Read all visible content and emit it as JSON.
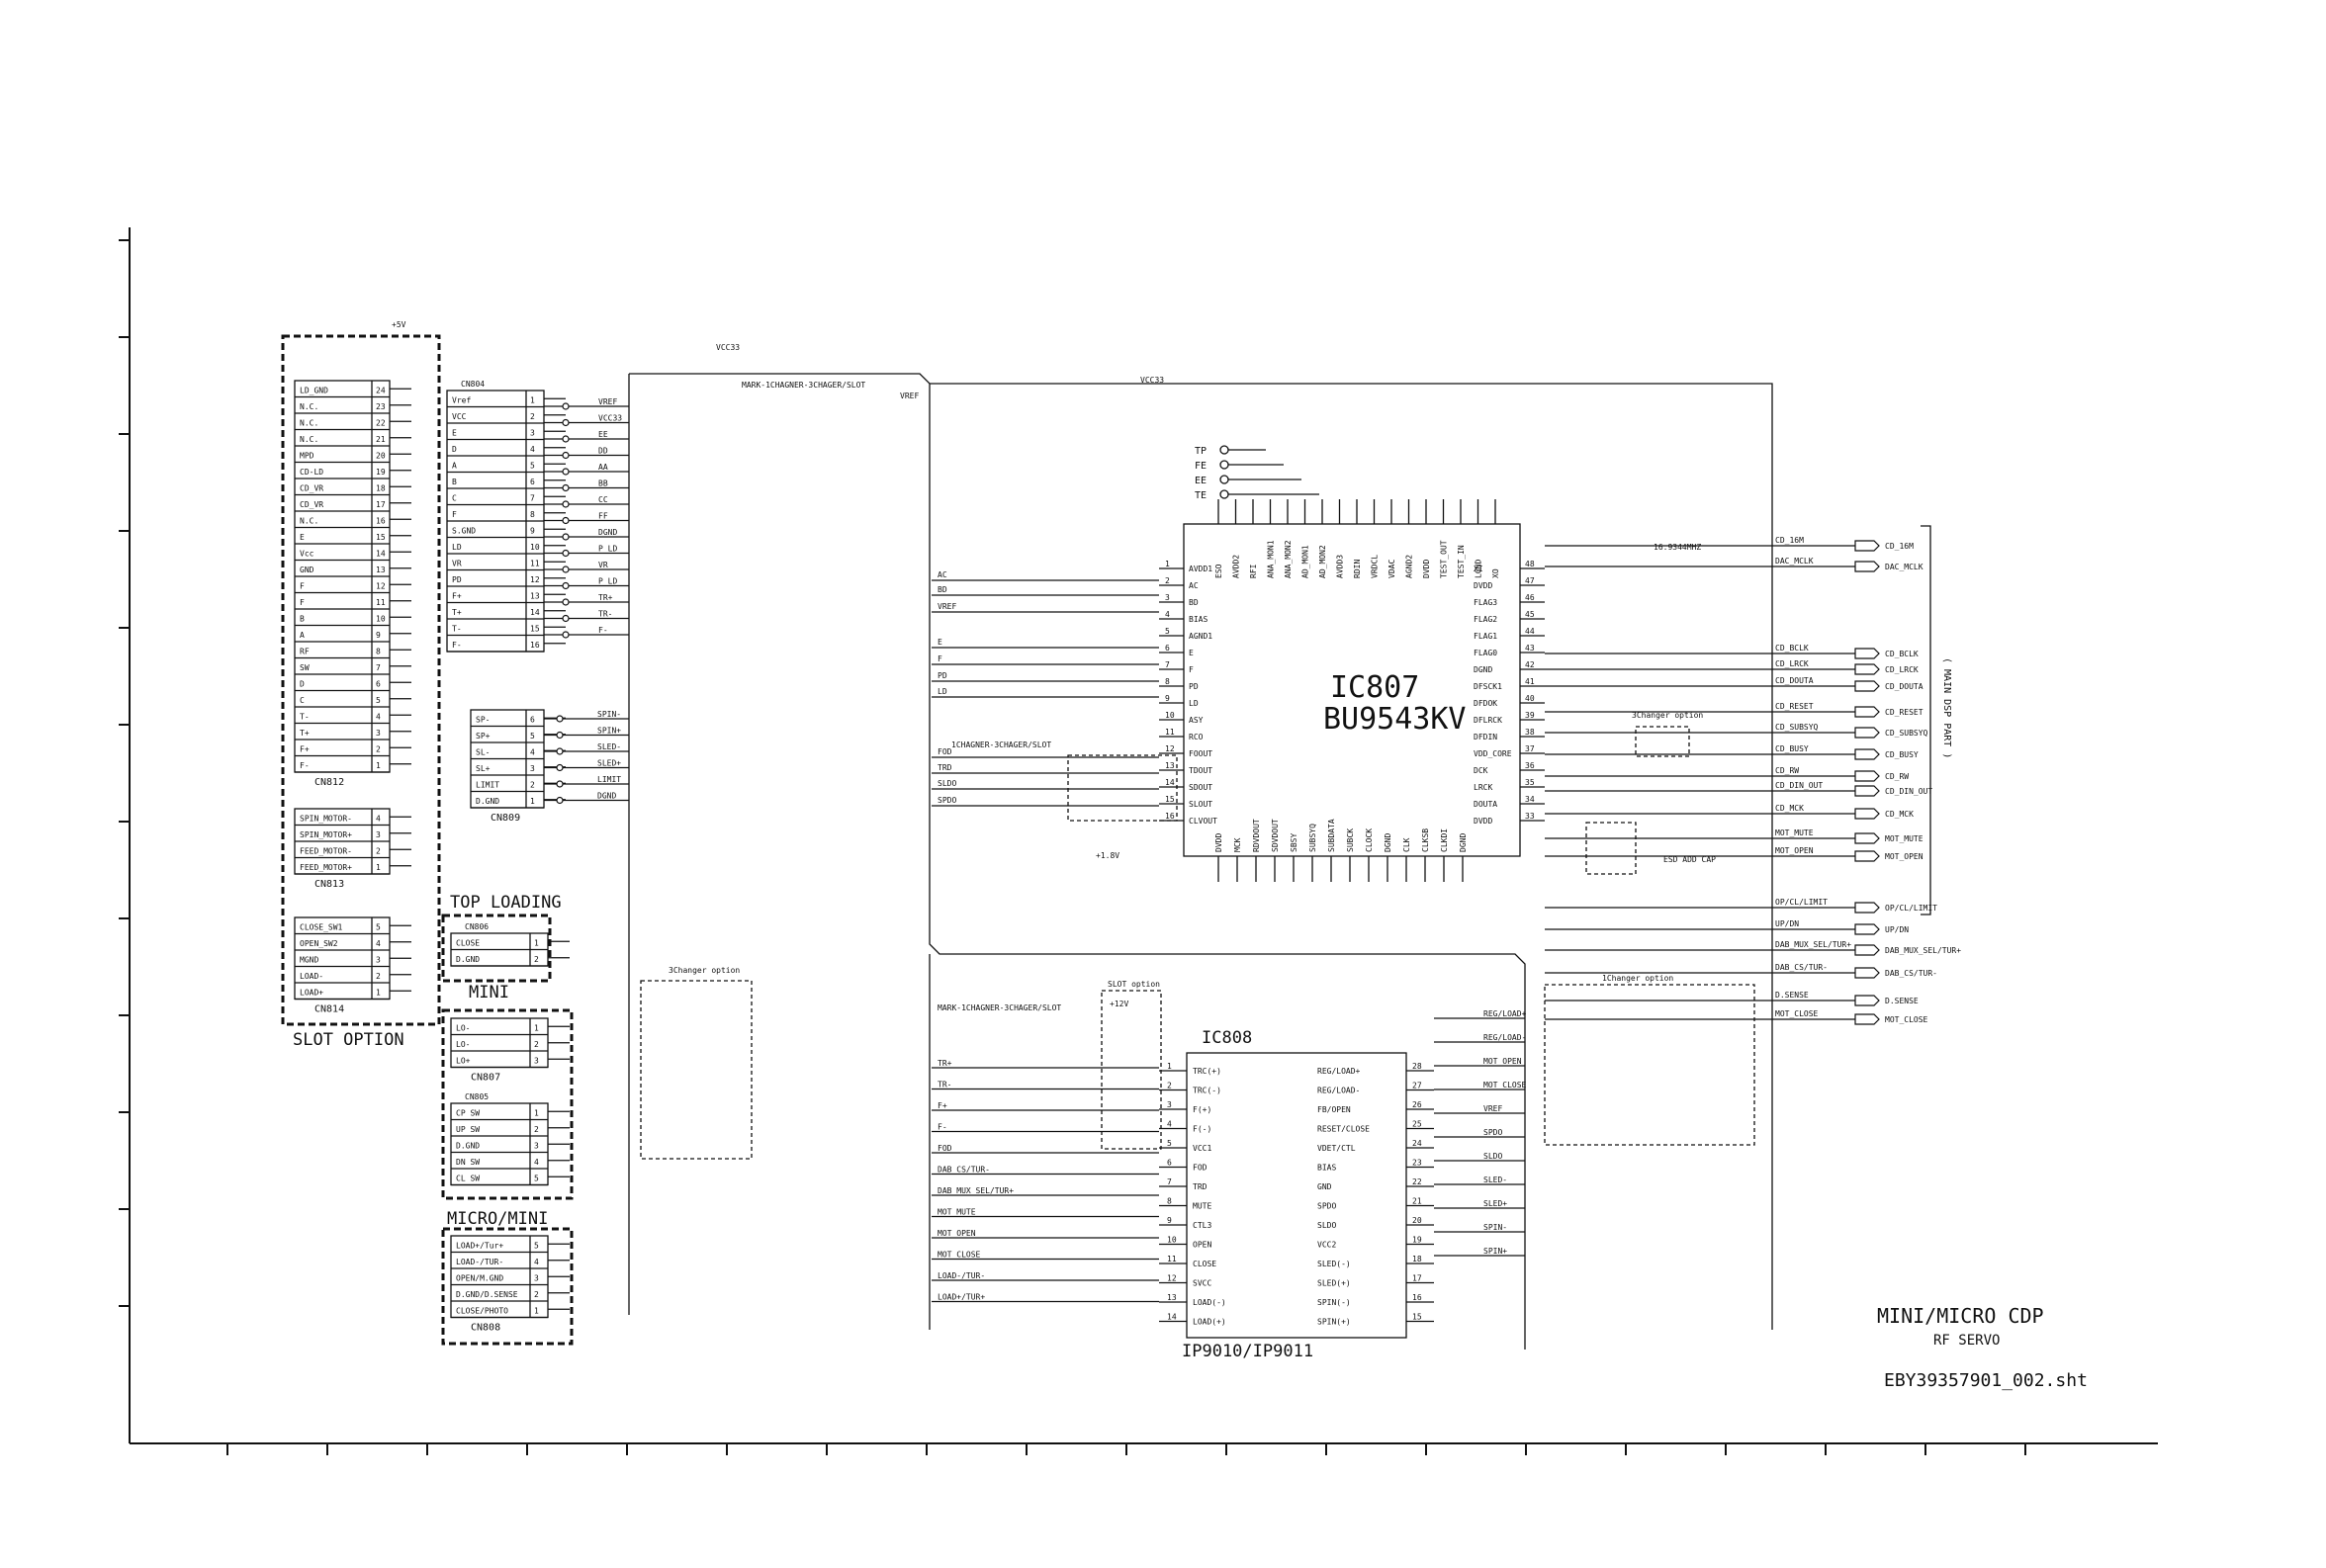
{
  "sheet": {
    "title": "MINI/MICRO CDP",
    "subtitle": "RF SERVO",
    "filename": "EBY39357901_002.sht"
  },
  "group_labels": {
    "slot_option": "SLOT OPTION",
    "top_loading": "TOP LOADING",
    "mini": "MINI",
    "micro_mini": "MICRO/MINI",
    "main_dsp": "( MAIN DSP PART )"
  },
  "ic807": {
    "ref": "IC807",
    "part": "BU9543KV"
  },
  "ic808": {
    "ref": "IC808",
    "part": "IP9010/IP9011"
  },
  "connectors": {
    "cn812": {
      "name": "CN812",
      "pins": [
        {
          "label": "LD_GND",
          "num": "24"
        },
        {
          "label": "N.C.",
          "num": "23"
        },
        {
          "label": "N.C.",
          "num": "22"
        },
        {
          "label": "N.C.",
          "num": "21"
        },
        {
          "label": "MPD",
          "num": "20"
        },
        {
          "label": "CD-LD",
          "num": "19"
        },
        {
          "label": "CD_VR",
          "num": "18"
        },
        {
          "label": "CD_VR",
          "num": "17"
        },
        {
          "label": "N.C.",
          "num": "16"
        },
        {
          "label": "E",
          "num": "15"
        },
        {
          "label": "Vcc",
          "num": "14"
        },
        {
          "label": "GND",
          "num": "13"
        },
        {
          "label": "F",
          "num": "12"
        },
        {
          "label": "F",
          "num": "11"
        },
        {
          "label": "B",
          "num": "10"
        },
        {
          "label": "A",
          "num": "9"
        },
        {
          "label": "RF",
          "num": "8"
        },
        {
          "label": "SW",
          "num": "7"
        },
        {
          "label": "D",
          "num": "6"
        },
        {
          "label": "C",
          "num": "5"
        },
        {
          "label": "T-",
          "num": "4"
        },
        {
          "label": "T+",
          "num": "3"
        },
        {
          "label": "F+",
          "num": "2"
        },
        {
          "label": "F-",
          "num": "1"
        }
      ]
    },
    "cn813": {
      "name": "CN813",
      "pins": [
        {
          "label": "SPIN_MOTOR-",
          "num": "4"
        },
        {
          "label": "SPIN_MOTOR+",
          "num": "3"
        },
        {
          "label": "FEED_MOTOR-",
          "num": "2"
        },
        {
          "label": "FEED_MOTOR+",
          "num": "1"
        }
      ]
    },
    "cn814": {
      "name": "CN814",
      "pins": [
        {
          "label": "CLOSE_SW1",
          "num": "5"
        },
        {
          "label": "OPEN_SW2",
          "num": "4"
        },
        {
          "label": "MGND",
          "num": "3"
        },
        {
          "label": "LOAD-",
          "num": "2"
        },
        {
          "label": "LOAD+",
          "num": "1"
        }
      ]
    },
    "cn804": {
      "name": "CN804",
      "pins": [
        {
          "label": "Vref",
          "num": "1"
        },
        {
          "label": "VCC",
          "num": "2"
        },
        {
          "label": "E",
          "num": "3"
        },
        {
          "label": "D",
          "num": "4"
        },
        {
          "label": "A",
          "num": "5"
        },
        {
          "label": "B",
          "num": "6"
        },
        {
          "label": "C",
          "num": "7"
        },
        {
          "label": "F",
          "num": "8"
        },
        {
          "label": "S.GND",
          "num": "9"
        },
        {
          "label": "LD",
          "num": "10"
        },
        {
          "label": "VR",
          "num": "11"
        },
        {
          "label": "PD",
          "num": "12"
        },
        {
          "label": "F+",
          "num": "13"
        },
        {
          "label": "T+",
          "num": "14"
        },
        {
          "label": "T-",
          "num": "15"
        },
        {
          "label": "F-",
          "num": "16"
        }
      ]
    },
    "cn809": {
      "name": "CN809",
      "pins": [
        {
          "label": "SP-",
          "num": "6"
        },
        {
          "label": "SP+",
          "num": "5"
        },
        {
          "label": "SL-",
          "num": "4"
        },
        {
          "label": "SL+",
          "num": "3"
        },
        {
          "label": "LIMIT",
          "num": "2"
        },
        {
          "label": "D.GND",
          "num": "1"
        }
      ]
    },
    "cn806": {
      "name": "CN806",
      "pins": [
        {
          "label": "CLOSE",
          "num": "1"
        },
        {
          "label": "D.GND",
          "num": "2"
        }
      ]
    },
    "cn807": {
      "name": "CN807",
      "pins": [
        {
          "label": "LO-",
          "num": "1"
        },
        {
          "label": "LO-",
          "num": "2"
        },
        {
          "label": "LO+",
          "num": "3"
        }
      ]
    },
    "cn805": {
      "name": "CN805",
      "pins": [
        {
          "label": "CP SW",
          "num": "1"
        },
        {
          "label": "UP SW",
          "num": "2"
        },
        {
          "label": "D.GND",
          "num": "3"
        },
        {
          "label": "DN SW",
          "num": "4"
        },
        {
          "label": "CL SW",
          "num": "5"
        }
      ]
    },
    "cn808": {
      "name": "CN808",
      "pins": [
        {
          "label": "LOAD+/Tur+",
          "num": "5"
        },
        {
          "label": "LOAD-/TUR-",
          "num": "4"
        },
        {
          "label": "OPEN/M.GND",
          "num": "3"
        },
        {
          "label": "D.GND/D.SENSE",
          "num": "2"
        },
        {
          "label": "CLOSE/PHOTO",
          "num": "1"
        }
      ]
    }
  },
  "ic807_pins": {
    "left": [
      {
        "num": "1",
        "name": "AVDD1"
      },
      {
        "num": "2",
        "name": "AC"
      },
      {
        "num": "3",
        "name": "BD"
      },
      {
        "num": "4",
        "name": "BIAS"
      },
      {
        "num": "5",
        "name": "AGND1"
      },
      {
        "num": "6",
        "name": "E"
      },
      {
        "num": "7",
        "name": "F"
      },
      {
        "num": "8",
        "name": "PD"
      },
      {
        "num": "9",
        "name": "LD"
      },
      {
        "num": "10",
        "name": "ASY"
      },
      {
        "num": "11",
        "name": "RCO"
      },
      {
        "num": "12",
        "name": "FOOUT"
      },
      {
        "num": "13",
        "name": "TDOUT"
      },
      {
        "num": "14",
        "name": "SDOUT"
      },
      {
        "num": "15",
        "name": "SLOUT"
      },
      {
        "num": "16",
        "name": "CLVOUT"
      }
    ],
    "right": [
      {
        "num": "48",
        "name": "XI"
      },
      {
        "num": "47",
        "name": "DVDD"
      },
      {
        "num": "46",
        "name": "FLAG3"
      },
      {
        "num": "45",
        "name": "FLAG2"
      },
      {
        "num": "44",
        "name": "FLAG1"
      },
      {
        "num": "43",
        "name": "FLAG0"
      },
      {
        "num": "42",
        "name": "DGND"
      },
      {
        "num": "41",
        "name": "DFSCK1"
      },
      {
        "num": "40",
        "name": "DFDOK"
      },
      {
        "num": "39",
        "name": "DFLRCK"
      },
      {
        "num": "38",
        "name": "DFDIN"
      },
      {
        "num": "37",
        "name": "VDD_CORE"
      },
      {
        "num": "36",
        "name": "DCK"
      },
      {
        "num": "35",
        "name": "LRCK"
      },
      {
        "num": "34",
        "name": "DOUTA"
      },
      {
        "num": "33",
        "name": "DVDD"
      }
    ]
  },
  "ic808_pins": {
    "left": [
      {
        "num": "1",
        "name": "TRC(+)"
      },
      {
        "num": "2",
        "name": "TRC(-)"
      },
      {
        "num": "3",
        "name": "F(+)"
      },
      {
        "num": "4",
        "name": "F(-)"
      },
      {
        "num": "5",
        "name": "VCC1"
      },
      {
        "num": "6",
        "name": "FOD"
      },
      {
        "num": "7",
        "name": "TRD"
      },
      {
        "num": "8",
        "name": "MUTE"
      },
      {
        "num": "9",
        "name": "CTL3"
      },
      {
        "num": "10",
        "name": "OPEN"
      },
      {
        "num": "11",
        "name": "CLOSE"
      },
      {
        "num": "12",
        "name": "SVCC"
      },
      {
        "num": "13",
        "name": "LOAD(-)"
      },
      {
        "num": "14",
        "name": "LOAD(+)"
      }
    ],
    "right": [
      {
        "num": "28",
        "name": "REG/LOAD+"
      },
      {
        "num": "27",
        "name": "REG/LOAD-"
      },
      {
        "num": "26",
        "name": "FB/OPEN"
      },
      {
        "num": "25",
        "name": "RESET/CLOSE"
      },
      {
        "num": "24",
        "name": "VDET/CTL"
      },
      {
        "num": "23",
        "name": "BIAS"
      },
      {
        "num": "22",
        "name": "GND"
      },
      {
        "num": "21",
        "name": "SPDO"
      },
      {
        "num": "20",
        "name": "SLDO"
      },
      {
        "num": "19",
        "name": "VCC2"
      },
      {
        "num": "18",
        "name": "SLED(-)"
      },
      {
        "num": "17",
        "name": "SLED(+)"
      },
      {
        "num": "16",
        "name": "SPIN(-)"
      },
      {
        "num": "15",
        "name": "SPIN(+)"
      }
    ]
  },
  "dsp_signals": [
    {
      "net": "CD_16M",
      "tag": "CD_16M"
    },
    {
      "net": "DAC_MCLK",
      "tag": "DAC_MCLK"
    },
    {
      "net": "CD_BCLK",
      "tag": "CD_BCLK"
    },
    {
      "net": "CD_LRCK",
      "tag": "CD_LRCK"
    },
    {
      "net": "CD_DOUTA",
      "tag": "CD_DOUTA"
    },
    {
      "net": "CD_RESET",
      "tag": "CD_RESET"
    },
    {
      "net": "CD_SUBSYQ",
      "tag": "CD_SUBSYQ"
    },
    {
      "net": "CD_BUSY",
      "tag": "CD_BUSY"
    },
    {
      "net": "CD_RW",
      "tag": "CD_RW"
    },
    {
      "net": "CD_DIN_OUT",
      "tag": "CD_DIN_OUT"
    },
    {
      "net": "CD_MCK",
      "tag": "CD_MCK"
    },
    {
      "net": "MOT_MUTE",
      "tag": "MOT_MUTE"
    },
    {
      "net": "MOT_OPEN",
      "tag": "MOT_OPEN"
    },
    {
      "net": "OP/CL/LIMIT",
      "tag": "OP/CL/LIMIT"
    },
    {
      "net": "UP/DN",
      "tag": "UP/DN"
    },
    {
      "net": "DAB_MUX_SEL/TUR+",
      "tag": "DAB_MUX_SEL/TUR+"
    },
    {
      "net": "DAB_CS/TUR-",
      "tag": "DAB_CS/TUR-"
    },
    {
      "net": "D.SENSE",
      "tag": "D.SENSE"
    },
    {
      "net": "MOT_CLOSE",
      "tag": "MOT_CLOSE"
    }
  ],
  "ic808_left_nets": [
    "TR+",
    "TR-",
    "F+",
    "F-",
    "FOD",
    "DAB_CS/TUR-",
    "DAB_MUX_SEL/TUR+",
    "MOT_MUTE",
    "MOT_OPEN",
    "MOT_CLOSE",
    "LOAD-/TUR-",
    "LOAD+/TUR+"
  ],
  "ic808_right_nets": [
    "REG/LOAD+",
    "REG/LOAD-",
    "MOT_OPEN",
    "MOT_CLOSE",
    "VREF",
    "SPDO",
    "SLDO",
    "SLED-",
    "SLED+",
    "SPIN-",
    "SPIN+"
  ],
  "ic807_left_nets": [
    "AC",
    "BD",
    "VREF",
    "E",
    "F",
    "PD",
    "LD",
    "FOD",
    "TRD",
    "SLDO",
    "SPDO"
  ],
  "cn804_right_nets": [
    "VREF",
    "VCC33",
    "EE",
    "DD",
    "AA",
    "BB",
    "CC",
    "FF",
    "DGND",
    "P_LD",
    "VR",
    "P_LD",
    "TR+",
    "TR-",
    "F-"
  ],
  "cn809_right_nets": [
    "SPIN-",
    "SPIN+",
    "SLED-",
    "SLED+",
    "LIMIT",
    "DGND"
  ],
  "top_nets": [
    "MARK-1CHAGNER-3CHAGER/SLOT",
    "VREF",
    "VCC33"
  ],
  "ic807_top_pins": [
    "ESO",
    "AVDD2",
    "RFI",
    "ANA_MON1",
    "ANA_MON2",
    "AD_MON1",
    "AD_MON2",
    "AVDD3",
    "RDIN",
    "VRDCL",
    "VDAC",
    "AGND2",
    "DVDD",
    "TEST_OUT",
    "TEST_IN",
    "LGND",
    "XO"
  ],
  "ic807_bottom_pins": [
    "DVDD",
    "MCK",
    "RDVDOUT",
    "SDVDOUT",
    "SBSY",
    "SUBSYQ",
    "SUBDATA",
    "SUBCK",
    "CLOCK",
    "DGND",
    "CLK",
    "CLKSB",
    "CLKDI",
    "DGND"
  ],
  "pickup_points": [
    "TP",
    "FE",
    "EE",
    "TE"
  ],
  "notes": {
    "esd": "ESD ADD CAP",
    "changer3": "3Changer option",
    "changer1": "1Changer option",
    "slot_option": "SLOT option",
    "mark_left": "1CHAGNER-3CHAGER/SLOT",
    "mark_ic808": "MARK-1CHAGNER-3CHAGER/SLOT",
    "power_5v": "+5V",
    "power_18v": "+1.8V",
    "power_12v": "+12V",
    "crystal": "16.9344MHZ"
  }
}
